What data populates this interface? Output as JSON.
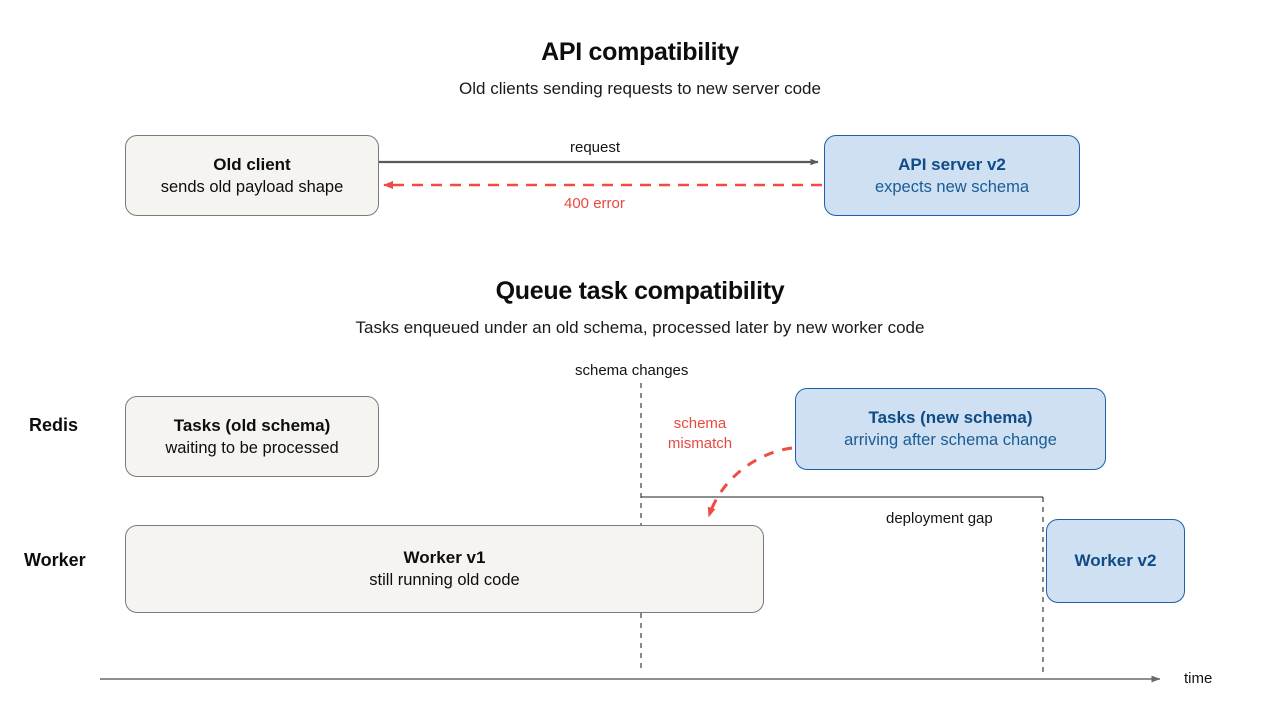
{
  "sections": [
    {
      "id": "api",
      "title": "API compatibility",
      "subtitle": "Old clients sending requests to new server code"
    },
    {
      "id": "queue",
      "title": "Queue task compatibility",
      "subtitle": "Tasks enqueued under an old schema, processed later by new worker code"
    }
  ],
  "nodes": {
    "old_client": {
      "title": "Old client",
      "subtitle": "sends old payload shape"
    },
    "api_server": {
      "title": "API server v2",
      "subtitle": "expects new schema"
    },
    "tasks_old": {
      "title": "Tasks (old schema)",
      "subtitle": "waiting to be processed"
    },
    "tasks_new": {
      "title": "Tasks (new schema)",
      "subtitle": "arriving after schema change"
    },
    "worker_v1": {
      "title": "Worker v1",
      "subtitle": "still running old code"
    },
    "worker_v2": {
      "title": "Worker v2",
      "subtitle": ""
    }
  },
  "lanes": {
    "redis": "Redis",
    "worker": "Worker"
  },
  "edges": {
    "request": "request",
    "error_400": "400 error",
    "schema_changes": "schema changes",
    "schema_mismatch_line1": "schema",
    "schema_mismatch_line2": "mismatch",
    "deployment_gap": "deployment gap"
  },
  "axis": {
    "time": "time"
  },
  "colors": {
    "background": "#ffffff",
    "box_grey_fill": "#f5f4f1",
    "box_grey_stroke": "#7a7a7a",
    "box_blue_fill": "#cfe0f3",
    "box_blue_stroke": "#1f5fa8",
    "blue_text": "#11538f",
    "error_red": "#e8493f",
    "arrow_grey": "#5a5a5a",
    "text": "#111111"
  }
}
